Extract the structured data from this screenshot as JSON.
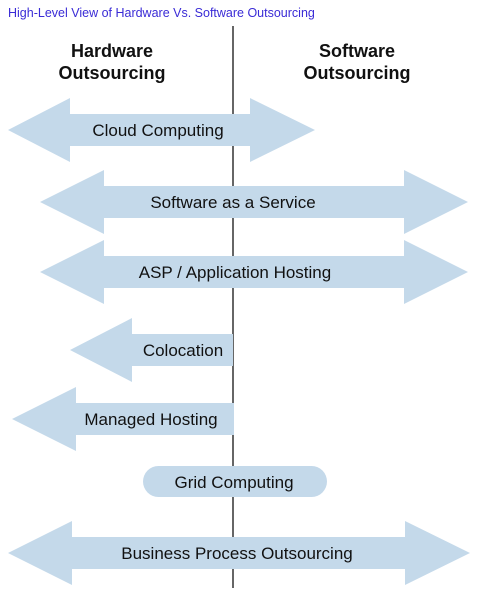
{
  "title": "High-Level View of Hardware Vs. Software Outsourcing",
  "columns": {
    "left": {
      "line1": "Hardware",
      "line2": "Outsourcing"
    },
    "right": {
      "line1": "Software",
      "line2": "Outsourcing"
    }
  },
  "colors": {
    "shape_fill": "#c4d9ea",
    "title": "#3a2bd6",
    "divider": "#000000"
  },
  "items": [
    {
      "label": "Cloud Computing",
      "shape": "double-arrow"
    },
    {
      "label": "Software as a Service",
      "shape": "double-arrow"
    },
    {
      "label": "ASP / Application Hosting",
      "shape": "double-arrow"
    },
    {
      "label": "Colocation",
      "shape": "left-arrow"
    },
    {
      "label": "Managed Hosting",
      "shape": "left-arrow"
    },
    {
      "label": "Grid Computing",
      "shape": "rounded-bar"
    },
    {
      "label": "Business Process Outsourcing",
      "shape": "double-arrow"
    }
  ]
}
